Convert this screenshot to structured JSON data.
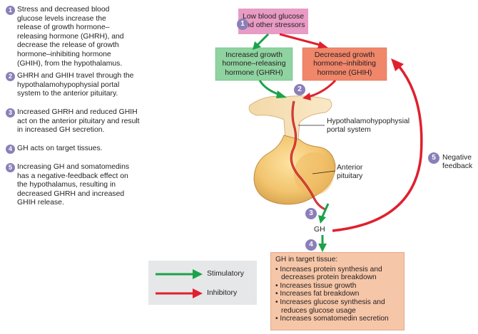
{
  "steps": [
    {
      "num": "1",
      "text": "Stress and decreased blood glucose levels increase the release of growth hormone–releasing hormone (GHRH), and decrease the release of growth hormone–inhibiting hormone (GHIH), from the hypothalamus."
    },
    {
      "num": "2",
      "text": "GHRH and GHIH travel through the hypothalamohypophysial portal system to the anterior pituitary."
    },
    {
      "num": "3",
      "text": "Increased GHRH and reduced GHIH act on the anterior pituitary and result in increased GH secretion."
    },
    {
      "num": "4",
      "text": "GH acts on target tissues."
    },
    {
      "num": "5",
      "text": "Increasing GH and somatomedins has a negative-feedback effect on the hypothalamus, resulting in decreased GHRH and increased GHIH release."
    }
  ],
  "diagram": {
    "stimulus_box": {
      "line1": "Low blood glucose",
      "line2": "and other stressors"
    },
    "ghrh_box": {
      "line1": "Increased growth",
      "line2": "hormone–releasing",
      "line3": "hormone (GHRH)"
    },
    "ghih_box": {
      "line1": "Decreased growth",
      "line2": "hormone–inhibiting",
      "line3": "hormone (GHIH)"
    },
    "portal_label": {
      "line1": "Hypothalamohypophysial",
      "line2": "portal system"
    },
    "pituitary_label": {
      "line1": "Anterior",
      "line2": "pituitary"
    },
    "gh_label": "GH",
    "feedback_label": {
      "line1": "Negative",
      "line2": "feedback"
    },
    "markers": {
      "m1": "1",
      "m2": "2",
      "m3": "3",
      "m4": "4",
      "m5": "5"
    },
    "target_tissue": {
      "title": "GH in target tissue:",
      "items": [
        "• Increases protein synthesis and decreases protein breakdown",
        "• Increases tissue growth",
        "• Increases fat breakdown",
        "• Increases glucose synthesis and reduces glucose usage",
        "• Increases somatomedin secretion"
      ]
    },
    "legend": {
      "stimulatory": "Stimulatory",
      "inhibitory": "Inhibitory"
    },
    "colors": {
      "stimulatory": "#1aa34a",
      "inhibitory": "#e0202e",
      "stimulus_box": "#e89bc4",
      "ghrh_box": "#8fd3a0",
      "ghih_box": "#f0866a",
      "target_box": "#f6c6a8",
      "marker": "#8a7fb8"
    }
  }
}
